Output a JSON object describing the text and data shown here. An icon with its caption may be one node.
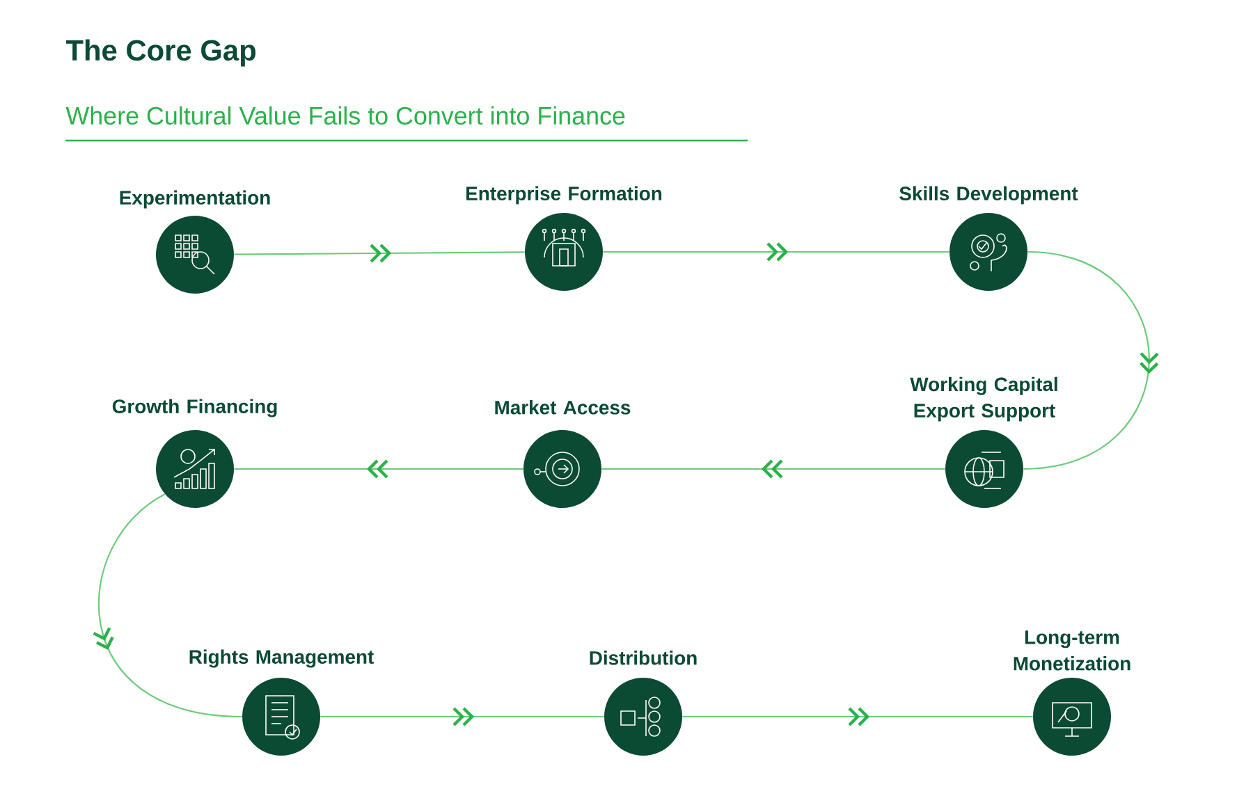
{
  "diagram": {
    "title": "The Core Gap",
    "caption": "Where Cultural Value Fails to Convert into Finance",
    "nodes": [
      {
        "text": [
          "Experimentation"
        ]
      },
      {
        "text": [
          "Enterprise Formation"
        ]
      },
      {
        "text": [
          "Skills Development"
        ]
      },
      {
        "text": [
          "Working Capital Export Support"
        ]
      },
      {
        "text": [
          "Market Access"
        ]
      },
      {
        "text": [
          "Growth Financing"
        ]
      },
      {
        "text": [
          "Rights Management"
        ]
      },
      {
        "text": [
          "Distribution"
        ]
      },
      {
        "text": [
          "Long-term Monetization"
        ]
      }
    ],
    "edges": [
      {
        "from": 0,
        "to": 1,
        "arrow": "to"
      },
      {
        "from": 1,
        "to": 2,
        "arrow": "to"
      },
      {
        "from": 2,
        "to": 3,
        "arrow": "to"
      },
      {
        "from": 3,
        "to": 4,
        "arrow": "to"
      },
      {
        "from": 4,
        "to": 5,
        "arrow": "to"
      },
      {
        "from": 5,
        "to": 6,
        "arrow": "to"
      },
      {
        "from": 6,
        "to": 7,
        "arrow": "to"
      },
      {
        "from": 7,
        "to": 8,
        "arrow": "to"
      }
    ]
  }
}
